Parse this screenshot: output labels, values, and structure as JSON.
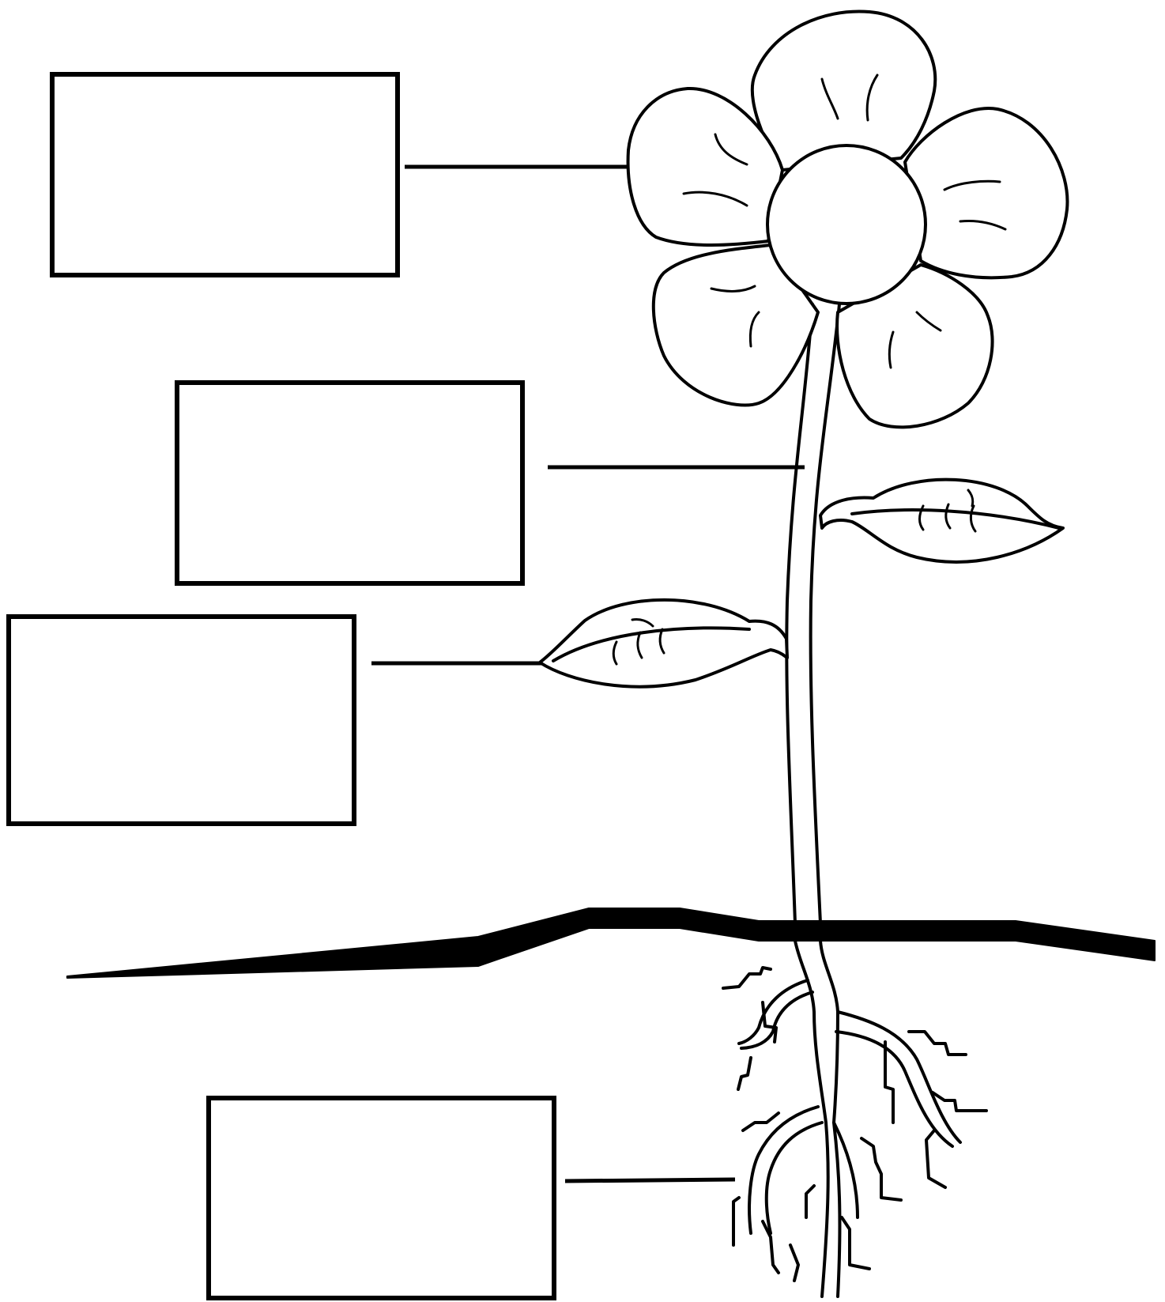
{
  "worksheet": {
    "colors": {
      "ink": "#000000",
      "paper": "#ffffff"
    },
    "label_boxes": [
      {
        "part": "flower",
        "answer": ""
      },
      {
        "part": "stem",
        "answer": ""
      },
      {
        "part": "leaf",
        "answer": ""
      },
      {
        "part": "roots",
        "answer": ""
      }
    ]
  }
}
